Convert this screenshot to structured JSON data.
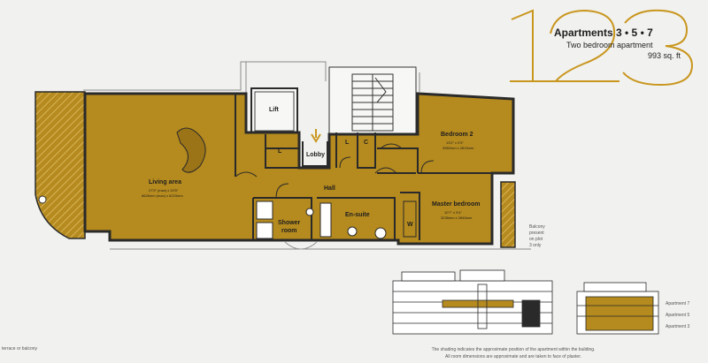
{
  "header": {
    "number": "123",
    "title": "Apartments 3 • 5 • 7",
    "subtitle": "Two bedroom apartment",
    "area": "993 sq. ft"
  },
  "rooms": {
    "lift": "Lift",
    "lobby": "Lobby",
    "l1": "L",
    "l2": "L",
    "c": "C",
    "hall": "Hall",
    "living": "Living area",
    "living_dim1": "27'9\" (max) x 20'5\"",
    "living_dim2": "8626mm (max) x 6223mm",
    "bedroom2": "Bedroom 2",
    "bedroom2_dim1": "13'2\" x 9'3\"",
    "bedroom2_dim2": "3982mm x 2819mm",
    "master": "Master bedroom",
    "master_dim1": "10'7\" x 9'4\"",
    "master_dim2": "3235mm x 2845mm",
    "ensuite": "En-suite",
    "shower1": "Shower",
    "shower2": "room",
    "w": "W"
  },
  "notes": {
    "balcony": [
      "Balcony",
      "present",
      "on plot",
      "3 only"
    ],
    "terrace": "terrace or balcony",
    "shading1": "The shading indicates the approximate position of the apartment within the building.",
    "shading2": "All room dimensions are approximate and are taken to face of plaster."
  },
  "elevation_labels": [
    "Apartment 7",
    "Apartment 5",
    "Apartment 3"
  ],
  "colors": {
    "fill": "#b58a1e",
    "wall": "#2a2a2a",
    "outline": "#c9961e",
    "background": "#f1f1ef"
  }
}
